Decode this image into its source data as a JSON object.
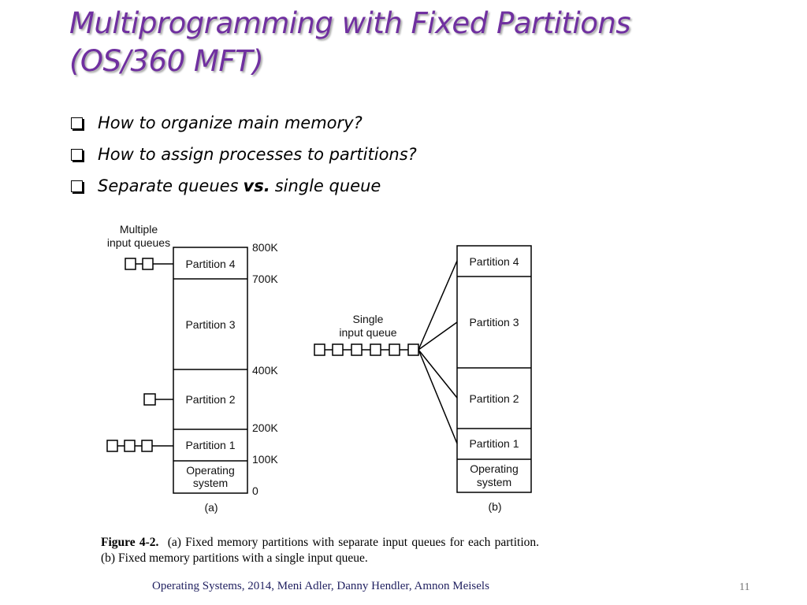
{
  "slide": {
    "title_line1": "Multiprogramming with Fixed Partitions",
    "title_line2": "(OS/360 MFT)",
    "bullets": [
      {
        "pre": "How to organize main memory?",
        "bold": "",
        "post": ""
      },
      {
        "pre": "How to assign processes to partitions?",
        "bold": "",
        "post": ""
      },
      {
        "pre": "Separate queues",
        "bold": "vs.",
        "post": "single queue"
      }
    ]
  },
  "figure": {
    "a": {
      "queues_label_line1": "Multiple",
      "queues_label_line2": "input queues",
      "partitions": [
        "Partition 4",
        "Partition 3",
        "Partition 2",
        "Partition 1"
      ],
      "os_line1": "Operating",
      "os_line2": "system",
      "addresses": [
        "800K",
        "700K",
        "400K",
        "200K",
        "100K",
        "0"
      ],
      "sublabel": "(a)"
    },
    "b": {
      "queue_label_line1": "Single",
      "queue_label_line2": "input queue",
      "partitions": [
        "Partition 4",
        "Partition 3",
        "Partition 2",
        "Partition 1"
      ],
      "os_line1": "Operating",
      "os_line2": "system",
      "sublabel": "(b)"
    },
    "caption_bold": "Figure 4-2.",
    "caption_text": "(a) Fixed memory partitions with separate input queues for each partition. (b) Fixed memory partitions with a single input queue."
  },
  "footer": {
    "text": "Operating Systems, 2014, Meni Adler, Danny Hendler, Amnon Meisels",
    "page": "11"
  }
}
